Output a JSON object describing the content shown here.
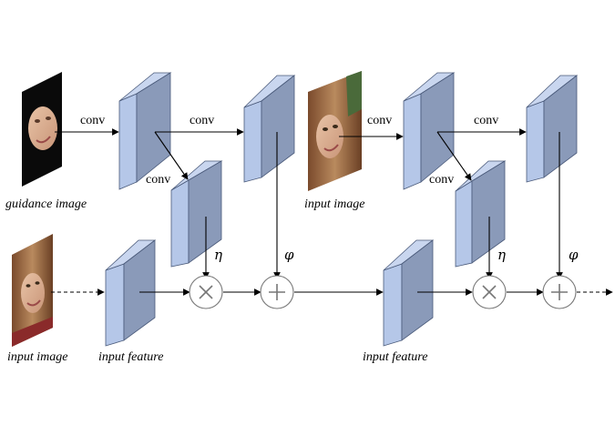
{
  "labels": {
    "conv": "conv",
    "guidance_image": "guidance image",
    "input_image": "input image",
    "input_feature": "input feature",
    "eta": "η",
    "phi": "φ"
  },
  "colors": {
    "block_front": "#b5c7e8",
    "block_top": "#c9d6ef",
    "block_side": "#8a9ab9",
    "operator_stroke": "#777777",
    "arrow": "#000000"
  },
  "icons": {
    "multiply": "circled-times-icon",
    "add": "circled-plus-icon"
  }
}
